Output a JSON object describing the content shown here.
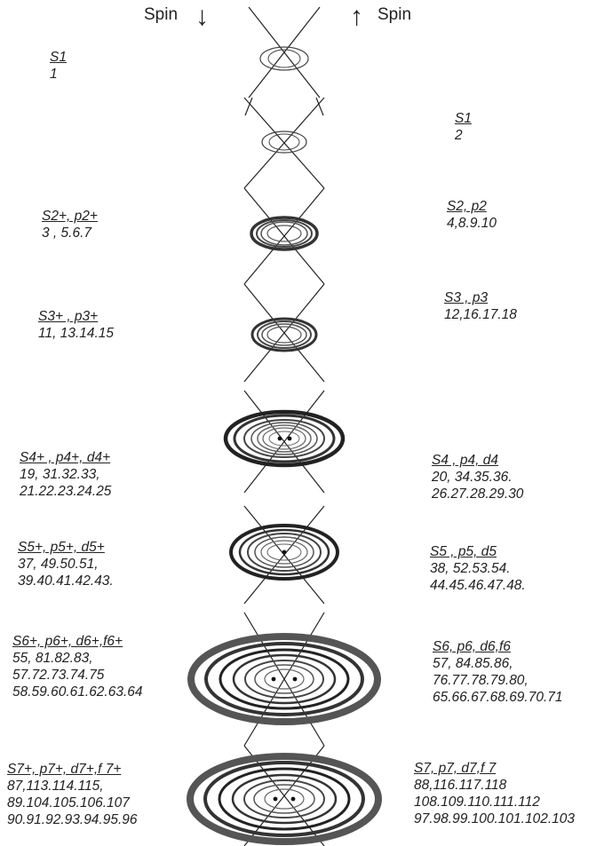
{
  "header": {
    "spin_down": "Spin",
    "spin_up": "Spin",
    "arrow_down": "↓",
    "arrow_up": "↑"
  },
  "left_labels": [
    {
      "heading": "S1",
      "lines": [
        "1"
      ]
    },
    {
      "heading": "S2+, p2+",
      "lines": [
        "3 , 5.6.7"
      ]
    },
    {
      "heading": "S3+ , p3+",
      "lines": [
        "11,  13.14.15"
      ]
    },
    {
      "heading": "S4+ , p4+, d4+",
      "lines": [
        "19,  31.32.33,",
        " 21.22.23.24.25"
      ]
    },
    {
      "heading": "S5+, p5+, d5+",
      "lines": [
        "37,  49.50.51,",
        "39.40.41.42.43."
      ]
    },
    {
      "heading": "S6+, p6+, d6+,f6+",
      "lines": [
        "55,  81.82.83,",
        "57.72.73.74.75",
        "58.59.60.61.62.63.64"
      ]
    },
    {
      "heading": "S7+, p7+, d7+,f 7+",
      "lines": [
        "87,113.114.115,",
        "89.104.105.106.107",
        "90.91.92.93.94.95.96"
      ]
    }
  ],
  "right_labels": [
    {
      "heading": "S1",
      "lines": [
        "2"
      ]
    },
    {
      "heading": "S2, p2",
      "lines": [
        "4,8.9.10"
      ]
    },
    {
      "heading": "S3 , p3",
      "lines": [
        "12,16.17.18"
      ]
    },
    {
      "heading": "S4 , p4, d4",
      "lines": [
        "20,  34.35.36.",
        "26.27.28.29.30"
      ]
    },
    {
      "heading": "S5 , p5, d5",
      "lines": [
        "38,  52.53.54.",
        "44.45.46.47.48."
      ]
    },
    {
      "heading": "S6, p6,  d6,f6",
      "lines": [
        "57,  84.85.86,",
        "76.77.78.79.80,",
        "65.66.67.68.69.70.71"
      ]
    },
    {
      "heading": "S7, p7, d7,f 7",
      "lines": [
        "88,116.117.118",
        "108.109.110.111.112",
        "97.98.99.100.101.102.103"
      ]
    }
  ]
}
